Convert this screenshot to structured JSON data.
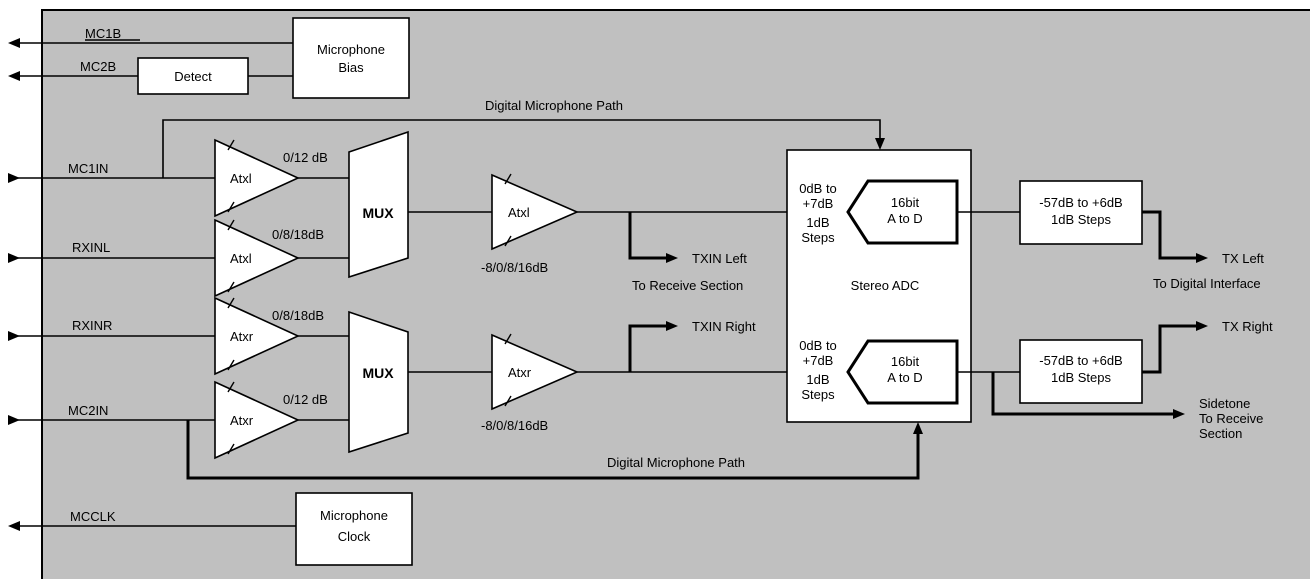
{
  "colors": {
    "background": "#c0c0c0",
    "line": "#000000",
    "block": "#ffffff"
  },
  "signals": {
    "mc1b": "MC1B",
    "mc2b": "MC2B",
    "mc1in": "MC1IN",
    "rxinl": "RXINL",
    "rxinr": "RXINR",
    "mc2in": "MC2IN",
    "mcclk": "MCCLK"
  },
  "blocks": {
    "mic_bias": [
      "Microphone",
      "Bias"
    ],
    "detect": "Detect",
    "mic_clock": [
      "Microphone",
      "Clock"
    ],
    "mux_top": "MUX",
    "mux_bottom": "MUX",
    "amp_mc1in": "Atxl",
    "amp_rxinl": "Atxl",
    "amp_rxinr": "Atxr",
    "amp_mc2in": "Atxr",
    "amp_left": "Atxl",
    "amp_right": "Atxr",
    "adc_top": [
      "16bit",
      "A to D"
    ],
    "adc_bottom": [
      "16bit",
      "A to D"
    ],
    "adc_label": "Stereo ADC",
    "gain_top": [
      "-57dB to +6dB",
      "1dB Steps"
    ],
    "gain_bottom": [
      "-57dB to +6dB",
      "1dB Steps"
    ]
  },
  "labels": {
    "digital_mic_path_top": "Digital Microphone Path",
    "digital_mic_path_bottom": "Digital Microphone Path",
    "gain_mc1in": "0/12 dB",
    "gain_rxinl": "0/8/18dB",
    "gain_rxinr": "0/8/18dB",
    "gain_mc2in": "0/12 dB",
    "gain_amp_left": "-8/0/8/16dB",
    "gain_amp_right": "-8/0/8/16dB",
    "adc_pre_top": [
      "0dB to",
      "+7dB",
      "1dB",
      "Steps"
    ],
    "adc_pre_bottom": [
      "0dB to",
      "+7dB",
      "1dB",
      "Steps"
    ],
    "txin_left": "TXIN Left",
    "to_receive_section": "To Receive Section",
    "txin_right": "TXIN Right",
    "tx_left": "TX Left",
    "to_digital_interface": "To Digital Interface",
    "tx_right": "TX Right",
    "sidetone": [
      "Sidetone",
      "To Receive",
      "Section"
    ]
  }
}
